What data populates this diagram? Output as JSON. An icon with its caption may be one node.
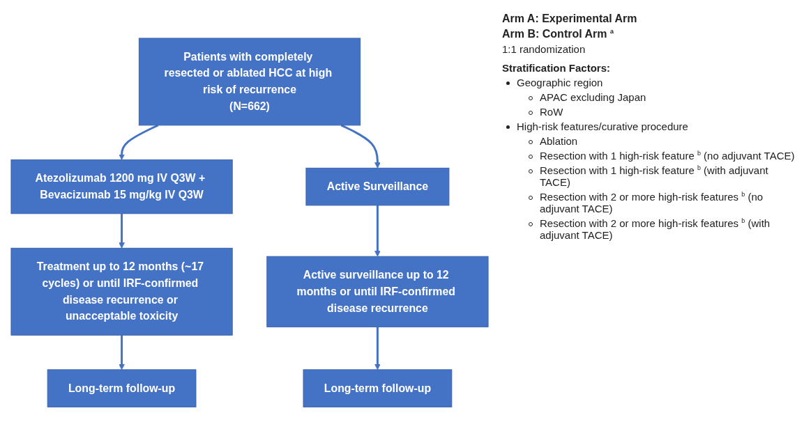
{
  "diagram": {
    "nodes": [
      {
        "text": [
          "Patients with completely resected or ablated HCC at high risk of recurrence",
          "(N=662)"
        ]
      },
      {
        "text": [
          "Atezolizumab 1200 mg IV Q3W + Bevacizumab 15 mg/kg IV Q3W"
        ]
      },
      {
        "text": [
          "Active Surveillance"
        ]
      },
      {
        "text": [
          "Treatment up to 12 months (~17 cycles) or until IRF-confirmed disease recurrence or unacceptable toxicity"
        ]
      },
      {
        "text": [
          "Active surveillance up to 12 months or until IRF-confirmed disease recurrence"
        ]
      },
      {
        "text": [
          "Long-term follow-up"
        ]
      },
      {
        "text": [
          "Long-term follow-up"
        ]
      }
    ],
    "edges": [
      {
        "from": 0,
        "to": 1,
        "arrow": "to"
      },
      {
        "from": 0,
        "to": 2,
        "arrow": "to"
      },
      {
        "from": 1,
        "to": 3,
        "arrow": "to"
      },
      {
        "from": 3,
        "to": 5,
        "arrow": "to"
      },
      {
        "from": 2,
        "to": 4,
        "arrow": "to"
      },
      {
        "from": 4,
        "to": 6,
        "arrow": "to"
      }
    ],
    "labels": [
      "Arm A: Experimental Arm",
      "Arm B: Control Arm $^{a}$",
      "1:1 randomization",
      "Stratification Factors:",
      "Geographic region",
      "APAC excluding Japan",
      "RoW",
      "High-risk features/curative procedure",
      "Ablation",
      "Resection with 1 high-risk feature $^{b}$ (no adjuvant TACE)",
      "Resection with 1 high-risk feature $^{b}$ (with adjuvant TACE)",
      "Resection with 2 or more high-risk features $^{b}$ (no adjuvant TACE)",
      "Resection with 2 or more high-risk features $^{b}$ (with adjuvant TACE)"
    ]
  }
}
